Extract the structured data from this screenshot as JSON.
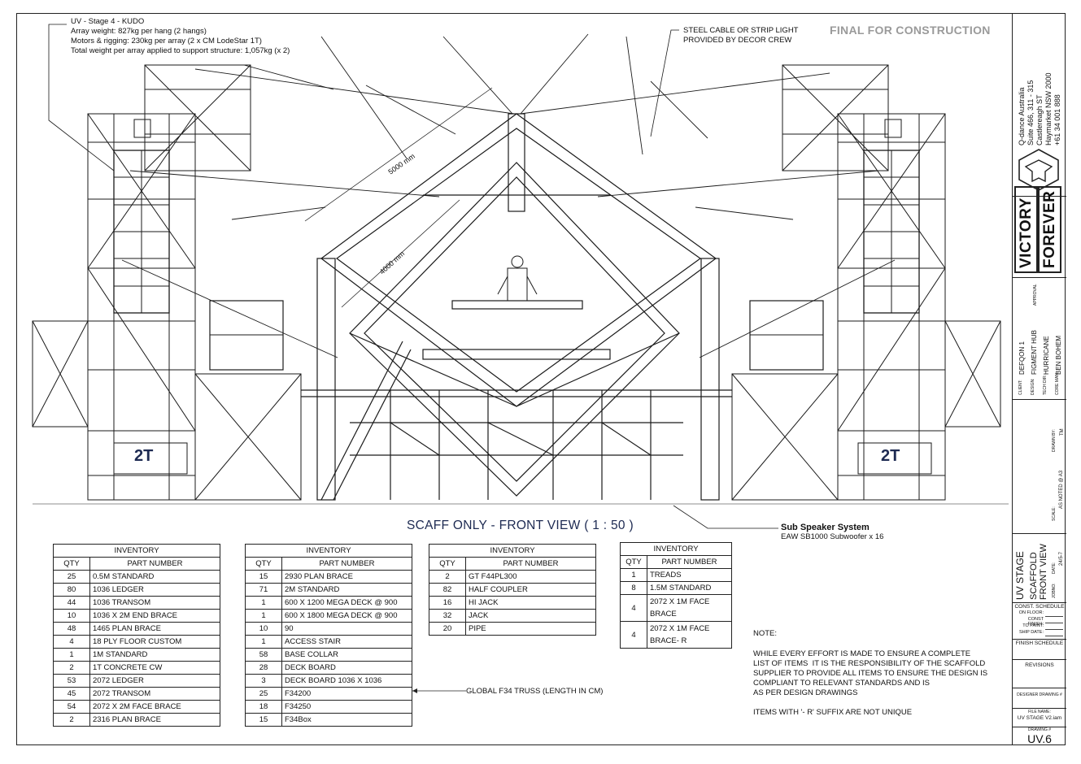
{
  "header": {
    "uv_lines": [
      "UV - Stage 4 - KUDO",
      "Array weight: 827kg per hang (2 hangs)",
      "Motors & rigging: 230kg per array (2 x CM LodeStar 1T)",
      "Total weight per array applied to support structure: 1,057kg (x 2)"
    ],
    "steel_cable": [
      "STEEL CABLE OR STRIP LIGHT",
      "PROVIDED BY DECOR CREW"
    ],
    "final": "FINAL FOR CONSTRUCTION"
  },
  "drawing": {
    "dim_5000": "5000 mm",
    "dim_4000": "4000 mm",
    "label_2t_left": "2T",
    "label_2t_right": "2T",
    "view_title": "SCAFF ONLY - FRONT VIEW ( 1 : 50 )",
    "sub_title": "Sub Speaker System",
    "sub_line": "EAW SB1000 Subwoofer x 16",
    "truss_note": "GLOBAL F34 TRUSS (LENGTH IN CM)"
  },
  "inventory_tables": [
    {
      "title": "INVENTORY",
      "headers": [
        "QTY",
        "PART NUMBER"
      ],
      "rows": [
        [
          "25",
          "0.5M STANDARD"
        ],
        [
          "80",
          "1036 LEDGER"
        ],
        [
          "44",
          "1036 TRANSOM"
        ],
        [
          "10",
          "1036 X 2M END BRACE"
        ],
        [
          "48",
          "1465 PLAN BRACE"
        ],
        [
          "4",
          "18 PLY FLOOR CUSTOM"
        ],
        [
          "1",
          "1M STANDARD"
        ],
        [
          "2",
          "1T CONCRETE CW"
        ],
        [
          "53",
          "2072 LEDGER"
        ],
        [
          "45",
          "2072 TRANSOM"
        ],
        [
          "54",
          "2072 X 2M FACE BRACE"
        ],
        [
          "2",
          "2316 PLAN BRACE"
        ]
      ]
    },
    {
      "title": "INVENTORY",
      "headers": [
        "QTY",
        "PART NUMBER"
      ],
      "rows": [
        [
          "15",
          "2930 PLAN BRACE"
        ],
        [
          "71",
          "2M STANDARD"
        ],
        [
          "1",
          "600 X 1200 MEGA DECK @ 900"
        ],
        [
          "1",
          "600 X 1800 MEGA DECK @ 900"
        ],
        [
          "10",
          "90"
        ],
        [
          "1",
          "ACCESS STAIR"
        ],
        [
          "58",
          "BASE COLLAR"
        ],
        [
          "28",
          "DECK BOARD"
        ],
        [
          "3",
          "DECK BOARD 1036 X 1036"
        ],
        [
          "25",
          "F34200"
        ],
        [
          "18",
          "F34250"
        ],
        [
          "15",
          "F34Box"
        ]
      ]
    },
    {
      "title": "INVENTORY",
      "headers": [
        "QTY",
        "PART NUMBER"
      ],
      "rows": [
        [
          "2",
          "GT F44PL300"
        ],
        [
          "82",
          "HALF COUPLER"
        ],
        [
          "16",
          "HI JACK"
        ],
        [
          "32",
          "JACK"
        ],
        [
          "20",
          "PIPE"
        ]
      ]
    },
    {
      "title": "INVENTORY",
      "headers": [
        "QTY",
        "PART NUMBER"
      ],
      "rows": [
        [
          "1",
          "TREADS"
        ],
        [
          "8",
          "1.5M STANDARD"
        ],
        [
          "4",
          "2072 X 1M FACE BRACE"
        ],
        [
          "4",
          "2072 X 1M FACE BRACE- R"
        ]
      ]
    }
  ],
  "note": {
    "heading": "NOTE:",
    "body": [
      "WHILE EVERY EFFORT IS MADE TO ENSURE A COMPLETE",
      "LIST OF ITEMS  IT IS THE RESPONSIBILITY OF THE SCAFFOLD",
      "SUPPLIER TO PROVIDE ALL ITEMS TO ENSURE THE DESIGN IS",
      "COMPLIANT TO RELEVANT STANDARDS AND IS",
      "AS PER DESIGN DRAWINGS"
    ],
    "suffix": "ITEMS WITH '- R' SUFFIX ARE NOT UNIQUE"
  },
  "title_block": {
    "company_lines": [
      "Q-dance Australia",
      "Suite 466, 311 - 315",
      "Castlereagh ST",
      "Haymarket NSW 2000",
      "+61 34 001 888"
    ],
    "brand_top": "VICTORY",
    "brand_bottom": "FOREVER",
    "approval": "APPROVAL",
    "fields": [
      {
        "label": "CLIENT:",
        "value": "DEFQON 1"
      },
      {
        "label": "DESIGN:",
        "value": "FIGMENT HUB"
      },
      {
        "label": "TECH DIR:",
        "value": "HURRICANE"
      },
      {
        "label": "CORE MAN:",
        "value": "BEN BOHEM"
      }
    ],
    "drawn_by_label": "DRAWN BY:",
    "drawn_by": "TM",
    "scale_label": "SCALE:",
    "scale": "AS NOTED @ A3",
    "date_label": "DATE:",
    "date": "24/5-7",
    "project": "UV STAGE",
    "sheet_title_1": "SCAFFOLD",
    "sheet_title_2": "FRONT VIEW",
    "jobno_label": "JOBNO:",
    "const_schedule": "CONST. SCHEDULE",
    "schedule_items": [
      "ON FLOOR:",
      "CONST FINISH:",
      "TO PAINT:",
      "SHIP DATE:"
    ],
    "finish_schedule": "FINISH SCHEDULE",
    "revisions": "REVISIONS",
    "designer_label": "DESIGNER DRAWING #",
    "file_label": "FILE NAME:",
    "file_name": "UV STAGE V2.iam",
    "drawing_label": "DRAWING #",
    "drawing_no": "UV.6"
  }
}
